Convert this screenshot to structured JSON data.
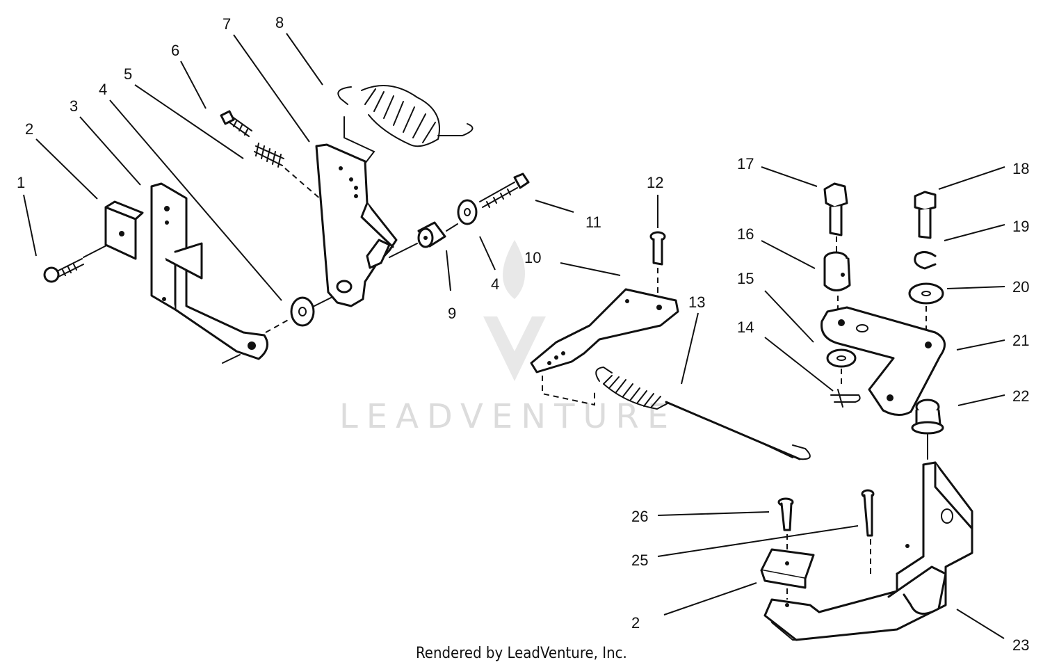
{
  "watermark": {
    "text": "LEADVENTURE"
  },
  "footer": {
    "rendered_by": "Rendered by LeadVenture, Inc."
  },
  "callouts": [
    {
      "id": "c1",
      "label": "1"
    },
    {
      "id": "c2",
      "label": "2"
    },
    {
      "id": "c3",
      "label": "3"
    },
    {
      "id": "c4a",
      "label": "4"
    },
    {
      "id": "c5",
      "label": "5"
    },
    {
      "id": "c6",
      "label": "6"
    },
    {
      "id": "c7",
      "label": "7"
    },
    {
      "id": "c8",
      "label": "8"
    },
    {
      "id": "c9",
      "label": "9"
    },
    {
      "id": "c4b",
      "label": "4"
    },
    {
      "id": "c10",
      "label": "10"
    },
    {
      "id": "c11",
      "label": "11"
    },
    {
      "id": "c12",
      "label": "12"
    },
    {
      "id": "c13",
      "label": "13"
    },
    {
      "id": "c14",
      "label": "14"
    },
    {
      "id": "c15",
      "label": "15"
    },
    {
      "id": "c16",
      "label": "16"
    },
    {
      "id": "c17",
      "label": "17"
    },
    {
      "id": "c18",
      "label": "18"
    },
    {
      "id": "c19",
      "label": "19"
    },
    {
      "id": "c20",
      "label": "20"
    },
    {
      "id": "c21",
      "label": "21"
    },
    {
      "id": "c22",
      "label": "22"
    },
    {
      "id": "c26",
      "label": "26"
    },
    {
      "id": "c25",
      "label": "25"
    },
    {
      "id": "c2b",
      "label": "2"
    },
    {
      "id": "c23",
      "label": "23"
    }
  ]
}
